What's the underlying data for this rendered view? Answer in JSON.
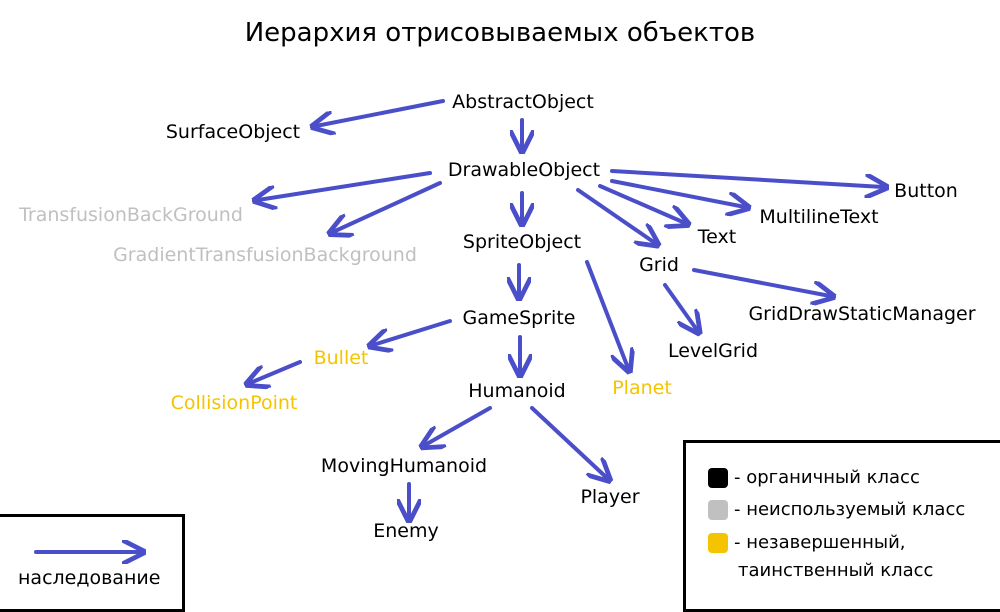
{
  "title": "Иерархия отрисовываемых объектов",
  "nodes": {
    "abstract_object": "AbstractObject",
    "surface_object": "SurfaceObject",
    "drawable_object": "DrawableObject",
    "transfusion_background": "TransfusionBackGround",
    "gradient_transfusion_background": "GradientTransfusionBackground",
    "sprite_object": "SpriteObject",
    "button": "Button",
    "multiline_text": "MultilineText",
    "text": "Text",
    "grid": "Grid",
    "grid_draw_static_manager": "GridDrawStaticManager",
    "level_grid": "LevelGrid",
    "game_sprite": "GameSprite",
    "bullet": "Bullet",
    "collision_point": "CollisionPoint",
    "humanoid": "Humanoid",
    "planet": "Planet",
    "moving_humanoid": "MovingHumanoid",
    "player": "Player",
    "enemy": "Enemy"
  },
  "arrow_legend": {
    "label": "наследование"
  },
  "class_legend": {
    "items": [
      {
        "label": "- органичный класс",
        "color": "#000000"
      },
      {
        "label": "- неиспользуемый класс",
        "color": "#c0c0c0"
      },
      {
        "label": "- незавершенный,",
        "label2": "таинственный класс",
        "color": "#f5c400"
      }
    ]
  },
  "colors": {
    "arrow": "#4a4fc9",
    "unused": "#c0c0c0",
    "unfinished": "#f5c400"
  }
}
